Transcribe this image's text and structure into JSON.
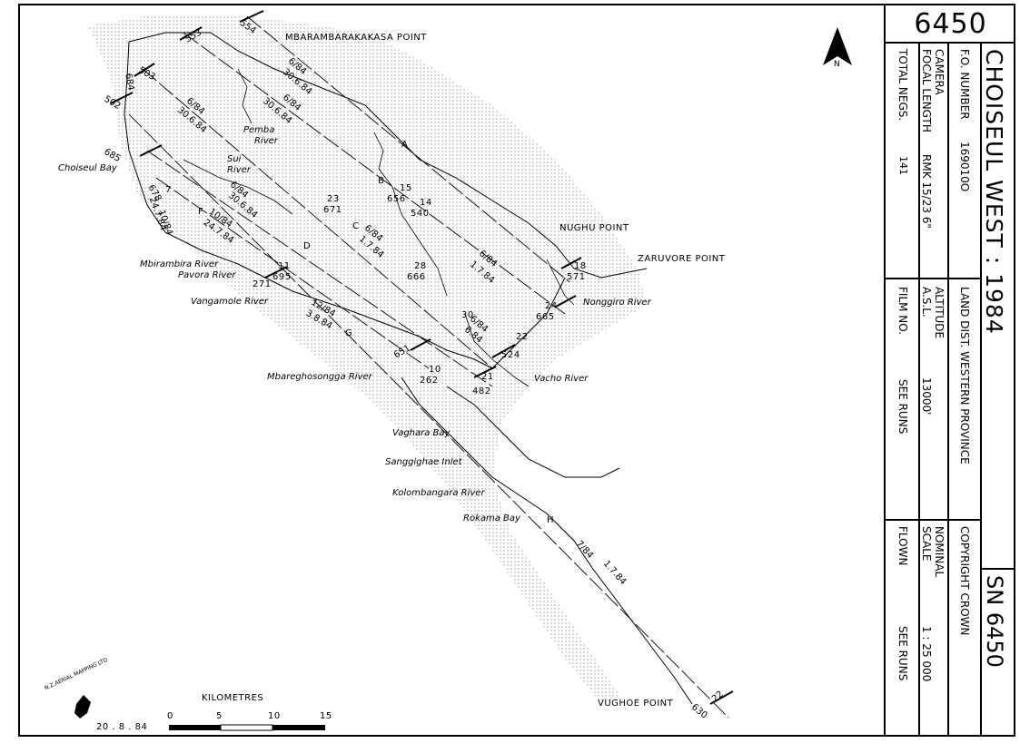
{
  "map": {
    "places": {
      "mbarambarakakasa_point": "MBARAMBARAKAKASA POINT",
      "nughu_point": "NUGHU POINT",
      "zaruvore_point": "ZARUVORE POINT",
      "vughoe_point": "VUGHOE POINT",
      "choiseul_bay": "Choiseul Bay",
      "pemba_river": "Pemba",
      "pemba_river_2": "River",
      "sui_river": "Sui",
      "sui_river_2": "River",
      "mbirambira_river": "Mbirambira River",
      "pavora_river": "Pavora River",
      "vangamole_river": "Vangamole River",
      "mbareghosongga_river": "Mbareghosongga River",
      "vacho_river": "Vacho River",
      "nonggiro_river": "Nonggiro River",
      "vaghara_bay": "Vaghara Bay",
      "sanggighae_inlet": "Sanggighae Inlet",
      "kolombangara_river": "Kolombangara River",
      "rokama_bay": "Rokama Bay"
    },
    "runs": {
      "A": "A",
      "B": "B",
      "C": "C",
      "D": "D",
      "F": "F",
      "G": "G",
      "H": "H",
      "T": "7",
      "a_date1": "6/84",
      "a_date2": "30.6.84",
      "b_date1": "6/84",
      "b_date2": "30.6.84",
      "c_date1": "6/84",
      "c_date2": "30.6.84",
      "d_date1": "6/84",
      "d_date2": "30.6.84",
      "e_date1": "10/84",
      "e_date2": "24.7.84",
      "f_date1": "10/84",
      "f_date2": "24.7.84",
      "g_date1": "12/84",
      "g_date2": "3.8.84",
      "h_date1": "7/84",
      "h_date2": "1.7.84",
      "i_date1": "6/84",
      "i_date2": "1.7.84",
      "j_date1": "6/84",
      "j_date2": "1.7.84",
      "k_date1": "6/84",
      "k_date2": "6.84"
    },
    "frames": {
      "n553": "553",
      "n554": "554",
      "n503": "503",
      "n684": "684",
      "n502": "502",
      "n685": "685",
      "n678": "678",
      "n23": "23",
      "n671": "671",
      "n15": "15",
      "n656": "656",
      "n14": "14",
      "n540": "540",
      "n28": "28",
      "n666": "666",
      "n11": "11",
      "n695": "695",
      "n271": "271",
      "n18": "18",
      "n571": "571",
      "n24": "24",
      "n665": "665",
      "n30": "30",
      "n22": "22",
      "n524": "524",
      "n651": "651",
      "n10": "10",
      "n262": "262",
      "n21": "21",
      "n482": "482",
      "n22b": "22",
      "n630": "630"
    },
    "scale": {
      "title": "KILOMETRES",
      "ticks": [
        "0",
        "5",
        "10",
        "15"
      ]
    },
    "credit_text": "N.Z.AERIAL MAPPING LTD",
    "credit_date": "20 . 8 . 84",
    "north_label": "N"
  },
  "title_block": {
    "sheet_number": "6450",
    "title": "CHOISEUL WEST : 1984",
    "sn": "SN 6450",
    "fo_number_label": "F.O. NUMBER",
    "fo_number_value": "169010O",
    "land_dist": "LAND DIST. WESTERN PROVINCE",
    "copyright": "COPYRIGHT CROWN",
    "camera_label": "CAMERA",
    "focal_length_label": "FOCAL LENGTH",
    "focal_value": "RMK 15/23  6\"",
    "altitude_label": "ALTITUDE",
    "asl_label": "A.S.L.",
    "altitude_value": "13000'",
    "nominal_label": "NOMINAL",
    "scale_label": "SCALE",
    "scale_value": "1 : 25 000",
    "total_negs_label": "TOTAL NEGS.",
    "total_negs_value": "141",
    "film_no_label": "FILM NO.",
    "film_no_value": "SEE RUNS",
    "flown_label": "FLOWN",
    "flown_value": "SEE RUNS"
  }
}
